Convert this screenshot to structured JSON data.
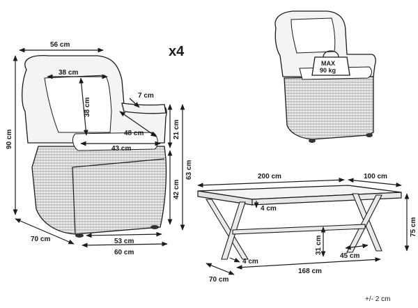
{
  "quantity_label": "x4",
  "tolerance_label": "+/- 2 cm",
  "max_load": {
    "line1": "MAX",
    "line2": "90 kg"
  },
  "chair_dimensions": {
    "width_top": "56 cm",
    "back_inner_width": "38 cm",
    "back_height": "38 cm",
    "arm_width": "7 cm",
    "seat_depth": "48 cm",
    "seat_width": "43 cm",
    "total_height": "90 cm",
    "arm_height": "21 cm",
    "overall_side_height": "63 cm",
    "seat_height": "42 cm",
    "depth": "70 cm",
    "base_width": "53 cm",
    "overall_width": "60 cm"
  },
  "table_dimensions": {
    "length": "200 cm",
    "width": "100 cm",
    "top_thickness": "4 cm",
    "height": "75 cm",
    "leg_clearance": "31 cm",
    "leg_foot": "45 cm",
    "leg_thickness": "4 cm",
    "depth": "70 cm",
    "leg_span": "168 cm"
  }
}
